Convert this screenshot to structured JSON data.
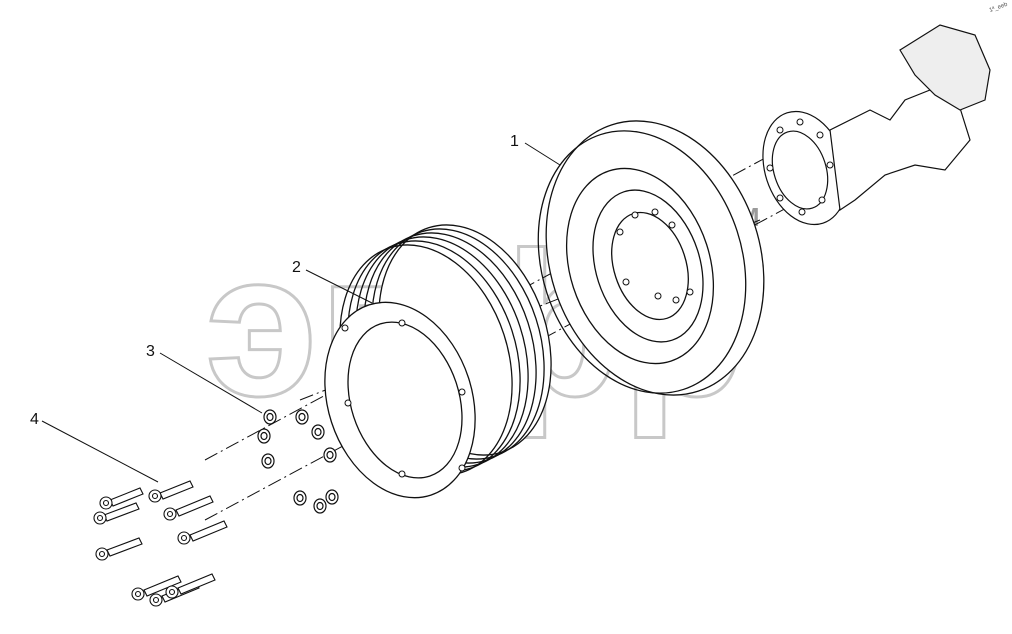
{
  "callouts": [
    {
      "label": "1"
    },
    {
      "label": "2"
    },
    {
      "label": "3"
    },
    {
      "label": "4"
    }
  ],
  "watermark": {
    "text": "эпфр",
    "tm": "TM",
    "color": "#c8c8c8"
  },
  "corner_mark": {
    "text": "1ª_eeb"
  },
  "colors": {
    "line": "#111111",
    "shade": "#444444"
  }
}
